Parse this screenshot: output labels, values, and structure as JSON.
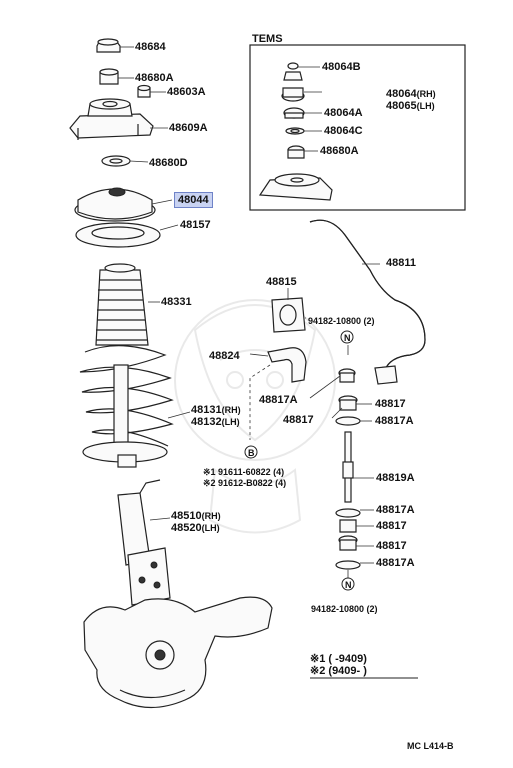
{
  "inset": {
    "title": "TEMS"
  },
  "parts": {
    "p48684": "48684",
    "p48680A_top": "48680A",
    "p48603A": "48603A",
    "p48609A": "48609A",
    "p48680D": "48680D",
    "p48044": "48044",
    "p48157": "48157",
    "p48331": "48331",
    "p48131": "48131",
    "p48132": "48132",
    "p48510": "48510",
    "p48520": "48520",
    "p48811": "48811",
    "p48815": "48815",
    "bolt_1": "94182-10800 (2)",
    "p48824": "48824",
    "p48817A_left": "48817A",
    "p48817_left": "48817",
    "p48817_r1": "48817",
    "p48817A_r1": "48817A",
    "p48819A": "48819A",
    "p48817A_r2": "48817A",
    "p48817_r2": "48817",
    "p48817_r3": "48817",
    "p48817A_r3": "48817A",
    "bolt_2": "94182-10800 (2)",
    "inset_48064B": "48064B",
    "inset_48064": "48064",
    "inset_48065": "48065",
    "inset_48064A": "48064A",
    "inset_48064C": "48064C",
    "inset_48680A": "48680A"
  },
  "side_tags": {
    "rh": "(RH)",
    "lh": "(LH)"
  },
  "circle_letters": {
    "n": "N",
    "b": "B"
  },
  "bolts": {
    "line1": "※1 91611-60822 (4)",
    "line2": "※2 91612-B0822 (4)"
  },
  "legend": {
    "row1_key": "※1",
    "row1_val": "(        -9409)",
    "row2_key": "※2",
    "row2_val": "(9409-        )"
  },
  "footer": {
    "code": "MC L414-B"
  }
}
